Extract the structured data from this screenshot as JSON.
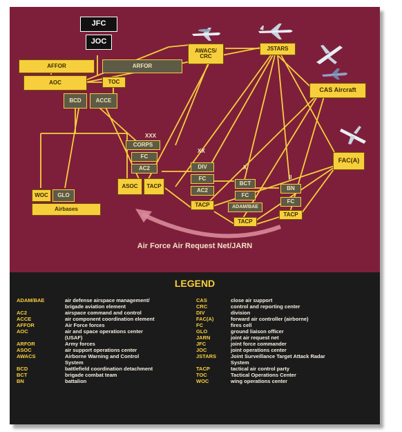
{
  "nodes": {
    "jfc": "JFC",
    "joc": "JOC",
    "affor": "AFFOR",
    "arfor": "ARFOR",
    "aoc": "AOC",
    "toc": "TOC",
    "bcd": "BCD",
    "acce": "ACCE",
    "awacs_crc": "AWACS/\nCRC",
    "jstars": "JSTARS",
    "cas_aircraft": "CAS Aircraft",
    "faca": "FAC(A)",
    "corps": "CORPS",
    "corps_fc": "FC",
    "corps_ac2": "AC2",
    "div": "DIV",
    "div_fc": "FC",
    "div_ac2": "AC2",
    "div_tacp": "TACP",
    "bct": "BCT",
    "bct_fc": "FC",
    "adambae": "ADAM/BAE",
    "bct_tacp": "TACP",
    "bn": "BN",
    "bn_fc": "FC",
    "bn_tacp": "TACP",
    "asoc": "ASOC",
    "asoc_tacp": "TACP",
    "woc": "WOC",
    "glo": "GLO",
    "airbases": "Airbases"
  },
  "echelons": {
    "corps": "XXX",
    "div": "XX",
    "bct": "X",
    "bn": "II"
  },
  "net_label": "Air Force Air Request Net/JARN",
  "legend": {
    "title": "LEGEND",
    "left": [
      {
        "abbr": "ADAM/BAE",
        "def": "air defense airspace management/"
      },
      {
        "abbr": "",
        "def": "brigade aviation element"
      },
      {
        "abbr": "AC2",
        "def": "airspace command and control"
      },
      {
        "abbr": "ACCE",
        "def": "air component coordination element"
      },
      {
        "abbr": "AFFOR",
        "def": "Air Force forces"
      },
      {
        "abbr": "AOC",
        "def": "air and space operations center"
      },
      {
        "abbr": "",
        "def": "(USAF)"
      },
      {
        "abbr": "ARFOR",
        "def": "Army forces"
      },
      {
        "abbr": "ASOC",
        "def": "air support operations center"
      },
      {
        "abbr": "AWACS",
        "def": "Airborne Warning and Control"
      },
      {
        "abbr": "",
        "def": "System"
      },
      {
        "abbr": "BCD",
        "def": "battlefield coordination detachment"
      },
      {
        "abbr": "BCT",
        "def": "brigade combat team"
      },
      {
        "abbr": "BN",
        "def": "battalion"
      }
    ],
    "right": [
      {
        "abbr": "CAS",
        "def": "close air support"
      },
      {
        "abbr": "CRC",
        "def": "control and reporting center"
      },
      {
        "abbr": "DIV",
        "def": "division"
      },
      {
        "abbr": "FAC(A)",
        "def": "forward air controller (airborne)"
      },
      {
        "abbr": "FC",
        "def": "fires cell"
      },
      {
        "abbr": "GLO",
        "def": "ground liaison officer"
      },
      {
        "abbr": "JARN",
        "def": "joint air request net"
      },
      {
        "abbr": "JFC",
        "def": "joint force commander"
      },
      {
        "abbr": "JOC",
        "def": "joint operations center"
      },
      {
        "abbr": "JSTARS",
        "def": "Joint Surveillance Target Attack Radar"
      },
      {
        "abbr": "",
        "def": "System"
      },
      {
        "abbr": "TACP",
        "def": "tactical air control party"
      },
      {
        "abbr": "TOC",
        "def": "Tactical Operations Center"
      },
      {
        "abbr": "WOC",
        "def": "wing operations center"
      }
    ]
  },
  "colors": {
    "diagram_bg": "#7d1f3b",
    "legend_bg": "#1b1b1b",
    "node_yellow": "#f7cf3c",
    "node_olive": "#5d5a45",
    "link_line": "#f7cf3c",
    "arrow": "#d98a9a"
  },
  "icons": [
    "aircraft-icon",
    "arrow-icon"
  ]
}
